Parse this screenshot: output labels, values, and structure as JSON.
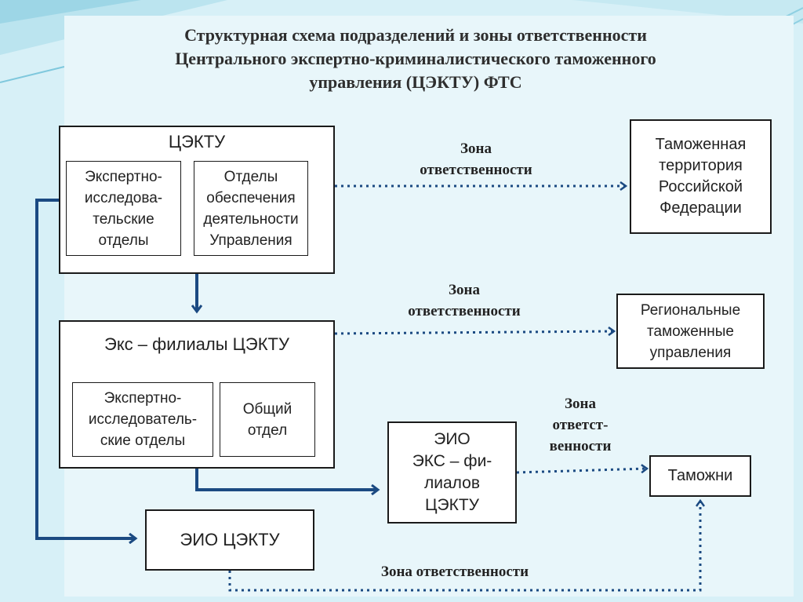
{
  "title": {
    "line1": "Структурная схема подразделений и зоны ответственности",
    "line2": "Центрального экспертно-криминалистического таможенного",
    "line3": "управления (ЦЭКТУ) ФТС"
  },
  "tsektu": {
    "label": "ЦЭКТУ",
    "expert_depts": [
      "Экспертно-",
      "исследова-",
      "тельские",
      "отделы"
    ],
    "support_depts": [
      "Отделы",
      "обеспечения",
      "деятельности",
      "Управления"
    ]
  },
  "branches": {
    "label": "Экс – филиалы ЦЭКТУ",
    "expert_depts": [
      "Экспертно-",
      "исследователь-",
      "ские отделы"
    ],
    "general_dept": [
      "Общий",
      "отдел"
    ]
  },
  "eio_branches": {
    "lines": [
      "ЭИО",
      "ЭКС – фи-",
      "лиалов",
      "ЦЭКТУ"
    ]
  },
  "eio_tsektu": {
    "label": "ЭИО ЦЭКТУ"
  },
  "targets": {
    "customs_territory": [
      "Таможенная",
      "территория",
      "Российской",
      "Федерации"
    ],
    "regional": [
      "Региональные",
      "таможенные",
      "управления"
    ],
    "customs": "Таможни"
  },
  "zones": {
    "z1": [
      "Зона",
      "ответственности"
    ],
    "z2": [
      "Зона",
      "ответственности"
    ],
    "z3": [
      "Зона",
      "ответст-",
      "венности"
    ],
    "z4": "Зона ответственности"
  },
  "colors": {
    "arrow": "#1b4a82",
    "background": "#d7f0f7",
    "box_border": "#1a1a1a"
  }
}
